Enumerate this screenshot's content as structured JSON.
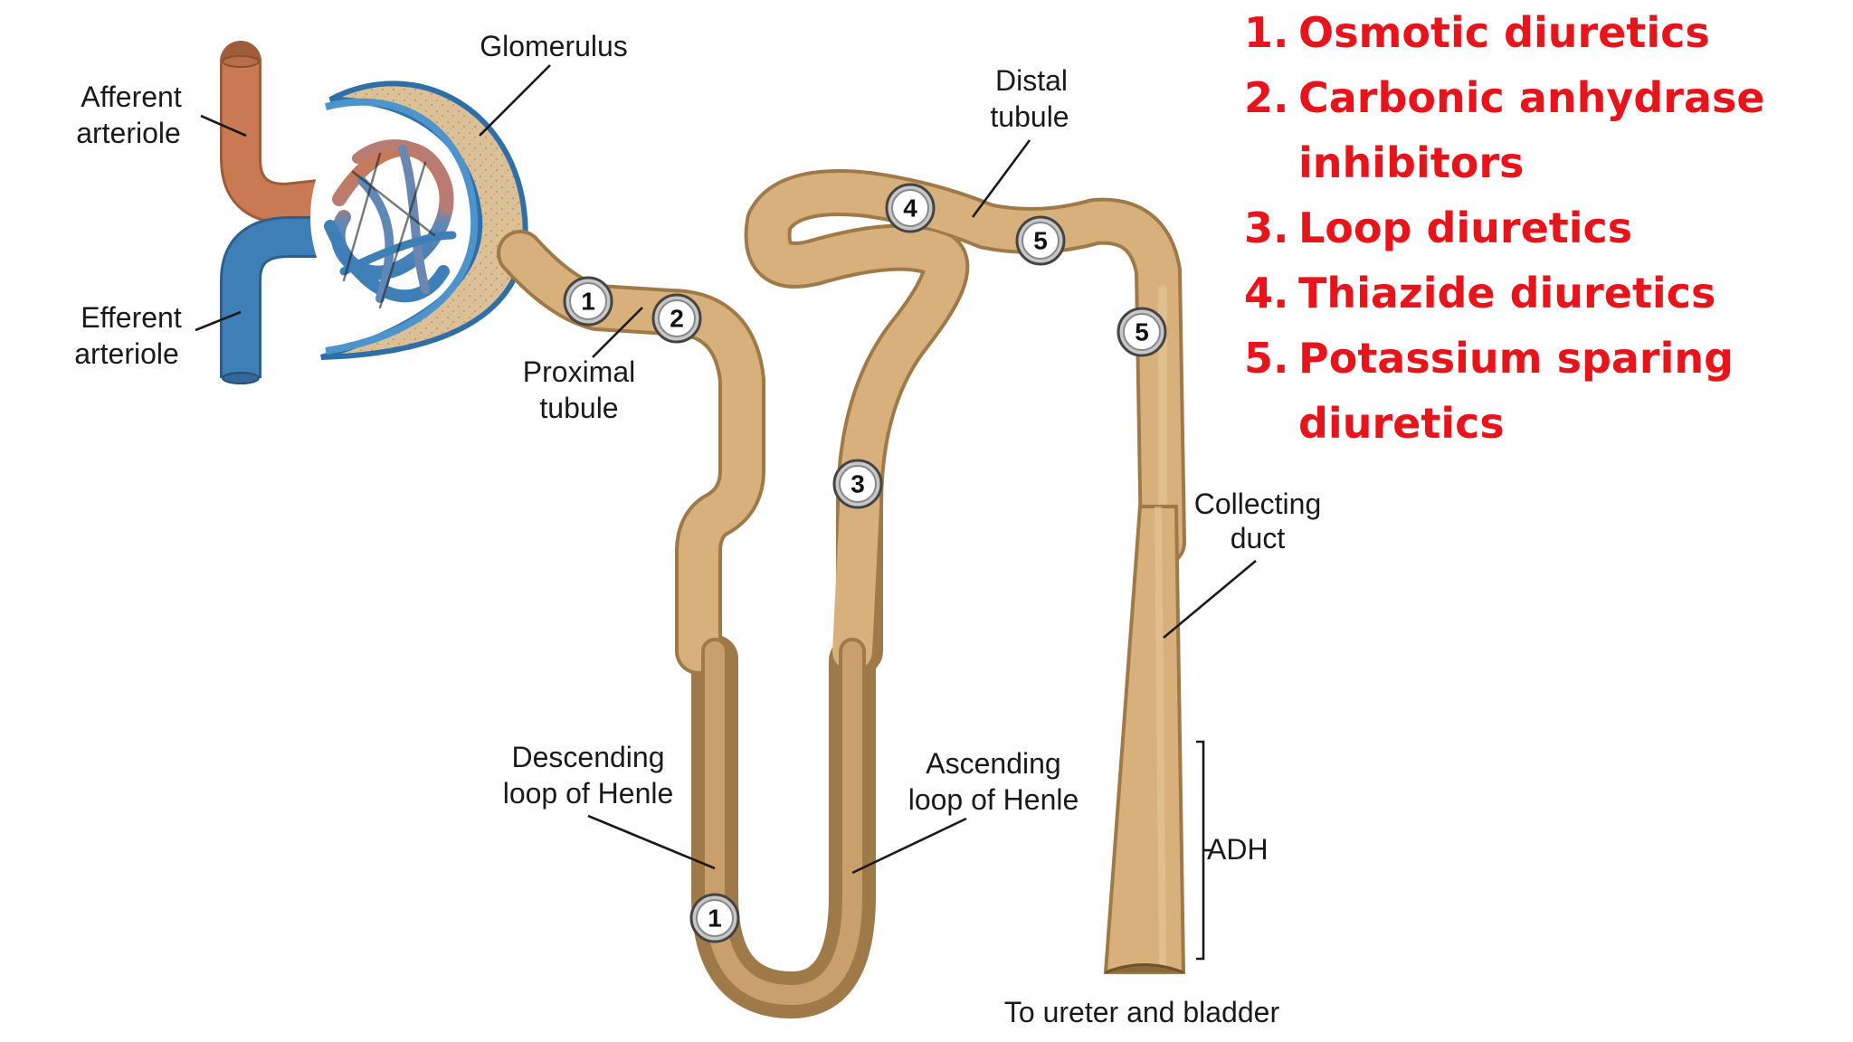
{
  "labels": {
    "glomerulus": "Glomerulus",
    "afferent_l1": "Afferent",
    "afferent_l2": "arteriole",
    "efferent_l1": "Efferent",
    "efferent_l2": "arteriole",
    "proximal_l1": "Proximal",
    "proximal_l2": "tubule",
    "distal_l1": "Distal",
    "distal_l2": "tubule",
    "collecting_l1": "Collecting",
    "collecting_l2": "duct",
    "descending_l1": "Descending",
    "descending_l2": "loop of Henle",
    "ascending_l1": "Ascending",
    "ascending_l2": "loop of Henle",
    "adh": "ADH",
    "ureter": "To ureter and bladder"
  },
  "sites": {
    "proximal_a": "1",
    "proximal_b": "2",
    "descending": "1",
    "ascending": "3",
    "distal_a": "4",
    "distal_b": "5",
    "collecting": "5"
  },
  "legend": [
    {
      "num": "1.",
      "text": "Osmotic diuretics"
    },
    {
      "num": "2.",
      "text": "Carbonic anhydrase inhibitors"
    },
    {
      "num": "3.",
      "text": "Loop diuretics"
    },
    {
      "num": "4.",
      "text": "Thiazide diuretics"
    },
    {
      "num": "5.",
      "text": "Potassium sparing diuretics"
    }
  ],
  "colors": {
    "tubule": "#d8b07c",
    "tubule_edge": "#b08952",
    "afferent": "#c97a52",
    "efferent": "#3f7fb8",
    "capsule": "#4d93cc",
    "legend_text": "#e8141b"
  }
}
